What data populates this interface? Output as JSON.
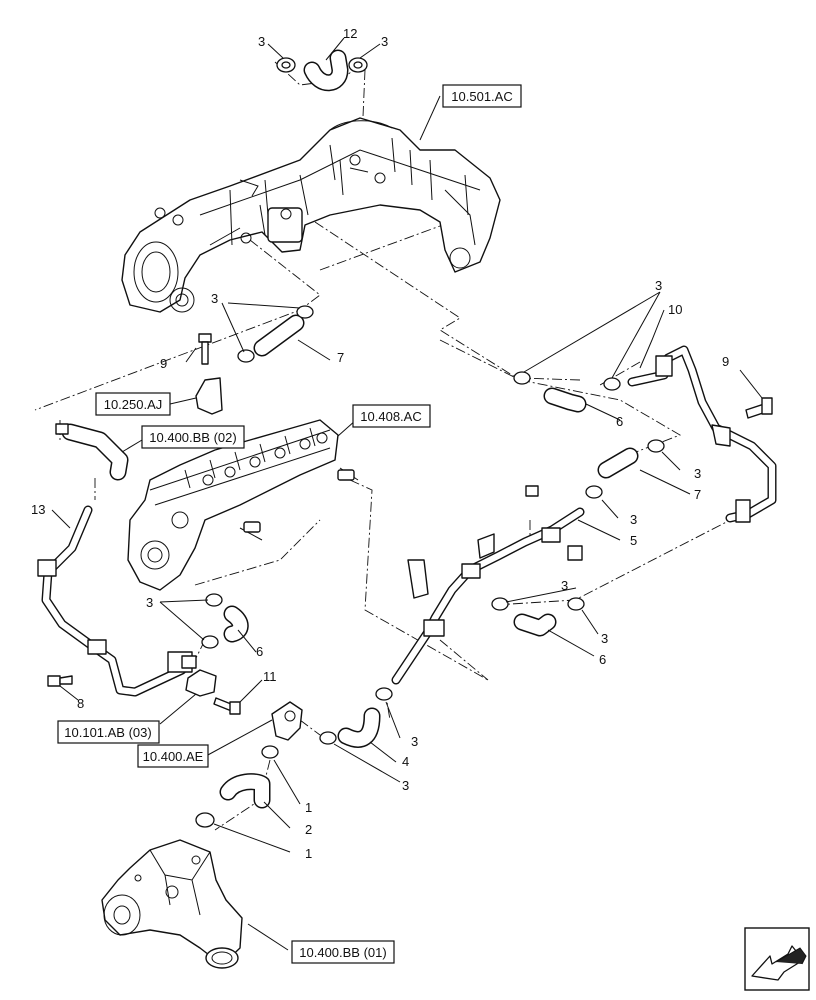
{
  "references": {
    "r_501_ac": "10.501.AC",
    "r_250_aj": "10.250.AJ",
    "r_400_bb_02": "10.400.BB (02)",
    "r_408_ac": "10.408.AC",
    "r_101_ab_03": "10.101.AB (03)",
    "r_400_ae": "10.400.AE",
    "r_400_bb_01": "10.400.BB (01)"
  },
  "callouts": {
    "c3_top_left": "3",
    "c12": "12",
    "c3_top_right": "3",
    "c3_mid": "3",
    "c7_mid": "7",
    "c9_left": "9",
    "c13": "13",
    "c3_right_top": "3",
    "c10": "10",
    "c9_right": "9",
    "c6_right": "6",
    "c3_right_a": "3",
    "c7_right": "7",
    "c3_right_b": "3",
    "c5": "5",
    "c3_lower_left": "3",
    "c6_lower_left": "6",
    "c3_lower_right_a": "3",
    "c3_lower_right_b": "3",
    "c6_lower_right": "6",
    "c8": "8",
    "c11": "11",
    "c3_low_center_a": "3",
    "c4": "4",
    "c3_low_center_b": "3",
    "c1_a": "1",
    "c2": "2",
    "c1_b": "1"
  },
  "nav_icon": "arrow-back-icon"
}
